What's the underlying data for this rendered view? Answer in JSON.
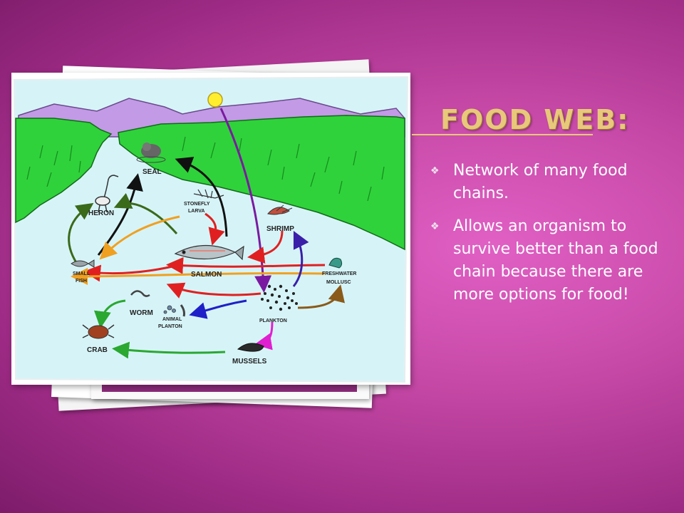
{
  "slide": {
    "title": "FOOD WEB:",
    "bullets": [
      {
        "icon": "diamond-bullet-icon",
        "text": "Network of many food chains."
      },
      {
        "icon": "diamond-bullet-icon",
        "text": "Allows an organism to survive better than a food chain because there are more options for food!"
      }
    ]
  },
  "diagram": {
    "nodes": {
      "seal": "SEAL",
      "heron": "HERON",
      "stonefly_1": "STONEFLY",
      "stonefly_2": "LARVA",
      "shrimp": "SHRIMP",
      "small_fish_1": "SMALL",
      "small_fish_2": "FISH",
      "salmon": "SALMON",
      "freshwater_1": "FRESHWATER",
      "freshwater_2": "MOLLUSC",
      "worm": "WORM",
      "animal_planton_1": "ANIMAL",
      "animal_planton_2": "PLANTON",
      "plankton": "PLANKTON",
      "crab": "CRAB",
      "mussels": "MUSSELS"
    }
  },
  "colors": {
    "background": "#c84aa8",
    "title": "#e8c87a",
    "water": "#d6f4f8",
    "grass": "#2fd23a",
    "mountain": "#c29ae6"
  }
}
